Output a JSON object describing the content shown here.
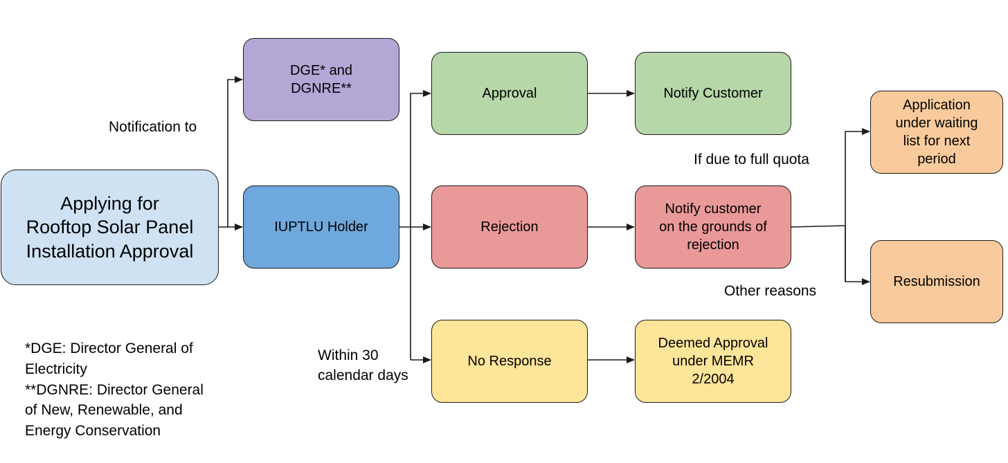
{
  "colors": {
    "start": "#cfe2f3",
    "notify_to": "#b4a7d6",
    "holder": "#6fa8dc",
    "approval": "#b6d7a8",
    "rejection": "#ea9999",
    "no_response": "#ffe599",
    "outcome": "#f9cb9c",
    "stroke": "#1a1a1a"
  },
  "nodes": {
    "start": "Applying for\nRooftop Solar Panel\nInstallation Approval",
    "dge": "DGE* and\nDGNRE**",
    "holder": "IUPTLU Holder",
    "approval": "Approval",
    "notify_customer": "Notify Customer",
    "rejection": "Rejection",
    "notify_rejection": "Notify customer\non the grounds of\nrejection",
    "no_response": "No Response",
    "deemed": "Deemed Approval\nunder MEMR\n2/2004",
    "waiting_list": "Application\nunder waiting\nlist for next\nperiod",
    "resubmission": "Resubmission"
  },
  "labels": {
    "notification_to": "Notification to",
    "within_days": "Within 30\ncalendar days",
    "full_quota": "If due to full quota",
    "other_reasons": "Other reasons"
  },
  "footnote": "*DGE: Director General of\nElectricity\n**DGNRE: Director General\nof New, Renewable, and\nEnergy Conservation"
}
